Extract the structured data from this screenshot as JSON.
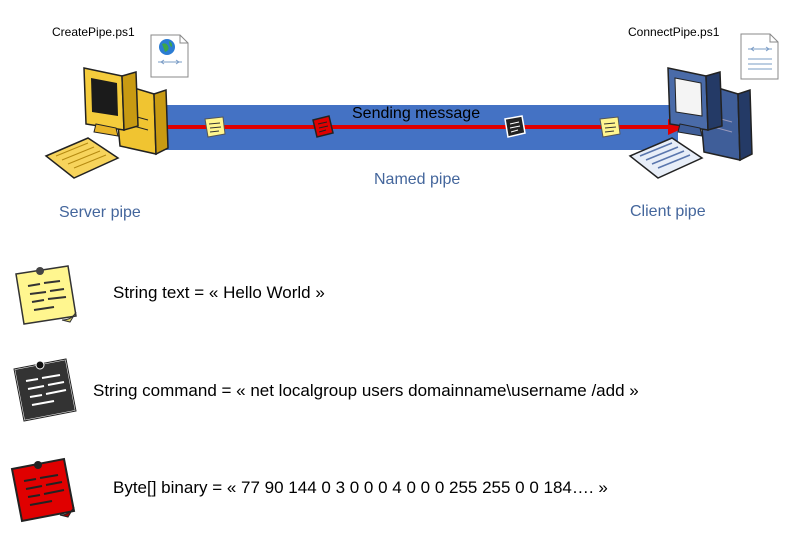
{
  "server": {
    "file": "CreatePipe.ps1",
    "label": "Server pipe"
  },
  "client": {
    "file": "ConnectPipe.ps1",
    "label": "Client pipe"
  },
  "pipe": {
    "message": "Sending message",
    "label": "Named pipe"
  },
  "examples": [
    {
      "kind": "yellow-note",
      "text": "String text = « Hello World »"
    },
    {
      "kind": "black-note",
      "text": "String command = « net localgroup users domainname\\username /add »"
    },
    {
      "kind": "red-note",
      "text": "Byte[] binary = « 77 90 144 0 3 0 0 0 4 0 0 0 255 255 0 0 184…. »"
    }
  ],
  "colors": {
    "pipe": "#4472C4",
    "line": "#E00000",
    "labels": "#44669C"
  }
}
